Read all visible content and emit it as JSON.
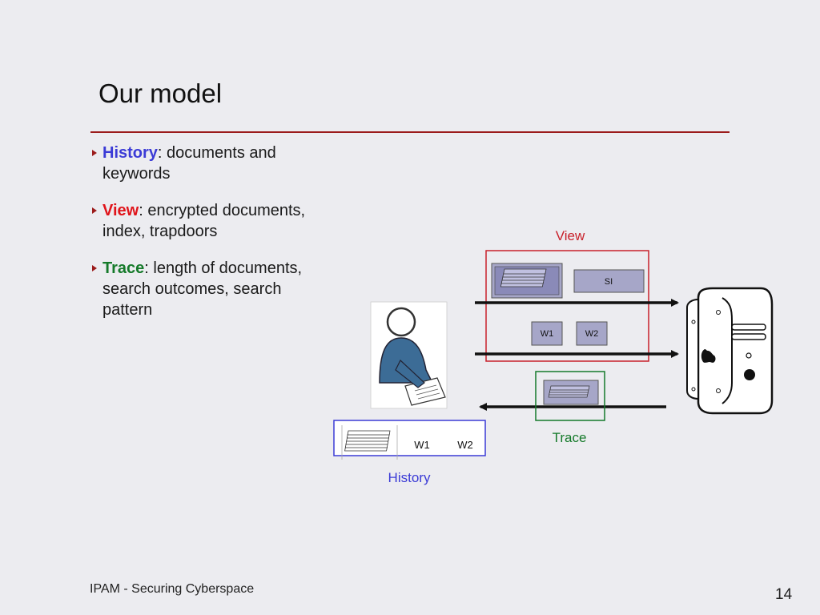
{
  "slide": {
    "title": "Our model",
    "footer": "IPAM - Securing Cyberspace",
    "page_number": "14"
  },
  "bullets": [
    {
      "keyword": "History",
      "keyword_color": "#3b3bd6",
      "text": ": documents and keywords"
    },
    {
      "keyword": "View",
      "keyword_color": "#e0141b",
      "text": ": encrypted documents, index, trapdoors"
    },
    {
      "keyword": "Trace",
      "keyword_color": "#157a2a",
      "text": ": length of documents, search outcomes, search pattern"
    }
  ],
  "diagram": {
    "view_label": "View",
    "view_color": "#c8202a",
    "trace_label": "Trace",
    "trace_color": "#157a2a",
    "history_label": "History",
    "history_color": "#3b3bd6",
    "index_label": "SI",
    "view_w1": "W1",
    "view_w2": "W2",
    "history_w1": "W1",
    "history_w2": "W2"
  },
  "colors": {
    "accent_rule": "#9b1b1b",
    "box_fill": "#a6a6c8"
  },
  "icons": [
    "user-writing-icon",
    "server-icon",
    "document-stack-icon",
    "arrow-right-icon",
    "arrow-left-icon"
  ]
}
